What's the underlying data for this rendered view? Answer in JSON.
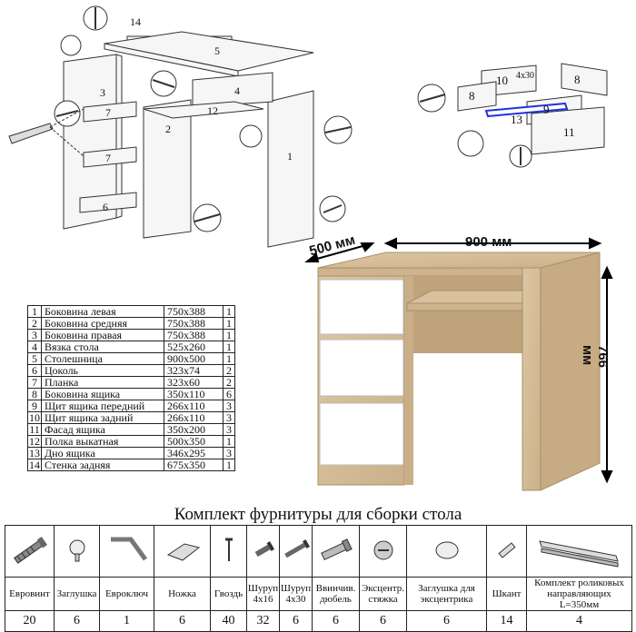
{
  "exploded_view": {
    "labels": [
      "1",
      "2",
      "3",
      "4",
      "5",
      "6",
      "7",
      "7",
      "12",
      "14"
    ]
  },
  "drawer_view": {
    "labels": [
      "8",
      "8",
      "9",
      "10",
      "11",
      "13"
    ],
    "dim_note": "4x30"
  },
  "desk_dimensions": {
    "depth": "500 мм",
    "width": "900 мм",
    "height": "766 мм"
  },
  "parts_table": {
    "rows": [
      {
        "n": "1",
        "name": "Боковина левая",
        "size": "750х388",
        "qty": "1"
      },
      {
        "n": "2",
        "name": "Боковина средняя",
        "size": "750х388",
        "qty": "1"
      },
      {
        "n": "3",
        "name": "Боковина правая",
        "size": "750х388",
        "qty": "1"
      },
      {
        "n": "4",
        "name": "Вязка стола",
        "size": "525х260",
        "qty": "1"
      },
      {
        "n": "5",
        "name": "Столешница",
        "size": "900х500",
        "qty": "1"
      },
      {
        "n": "6",
        "name": "Цоколь",
        "size": "323х74",
        "qty": "2"
      },
      {
        "n": "7",
        "name": "Планка",
        "size": "323х60",
        "qty": "2"
      },
      {
        "n": "8",
        "name": "Боковина ящика",
        "size": "350х110",
        "qty": "6"
      },
      {
        "n": "9",
        "name": "Щит ящика передний",
        "size": "266х110",
        "qty": "3"
      },
      {
        "n": "10",
        "name": "Щит ящика задний",
        "size": "266х110",
        "qty": "3"
      },
      {
        "n": "11",
        "name": "Фасад ящика",
        "size": "350х200",
        "qty": "3"
      },
      {
        "n": "12",
        "name": "Полка выкатная",
        "size": "500х350",
        "qty": "1"
      },
      {
        "n": "13",
        "name": "Дно ящика",
        "size": "346х295",
        "qty": "3"
      },
      {
        "n": "14",
        "name": "Стенка задняя",
        "size": "675х350",
        "qty": "1"
      }
    ]
  },
  "hardware": {
    "title": "Комплект фурнитуры для сборки стола",
    "items": [
      {
        "icon": "eurobolt-icon",
        "label": "Евровинт",
        "count": "20"
      },
      {
        "icon": "plug-icon",
        "label": "Заглушка",
        "count": "6"
      },
      {
        "icon": "hex-key-icon",
        "label": "Евроключ",
        "count": "1"
      },
      {
        "icon": "foot-icon",
        "label": "Ножка",
        "count": "6"
      },
      {
        "icon": "nail-icon",
        "label": "Гвоздь",
        "count": "40"
      },
      {
        "icon": "screw-small-icon",
        "label": "Шуруп 4х16",
        "count": "32"
      },
      {
        "icon": "screw-long-icon",
        "label": "Шуруп 4х30",
        "count": "6"
      },
      {
        "icon": "dowel-icon",
        "label": "Ввинчив. дюбель",
        "count": "6"
      },
      {
        "icon": "cam-lock-icon",
        "label": "Эксцентр. стяжка",
        "count": "6"
      },
      {
        "icon": "cam-cap-icon",
        "label": "Заглушка для эксцентрика",
        "count": "6"
      },
      {
        "icon": "wood-dowel-icon",
        "label": "Шкант",
        "count": "14"
      },
      {
        "icon": "roller-guide-icon",
        "label": "Комплект роликовых направляющих L=350мм",
        "count": "4"
      }
    ]
  }
}
